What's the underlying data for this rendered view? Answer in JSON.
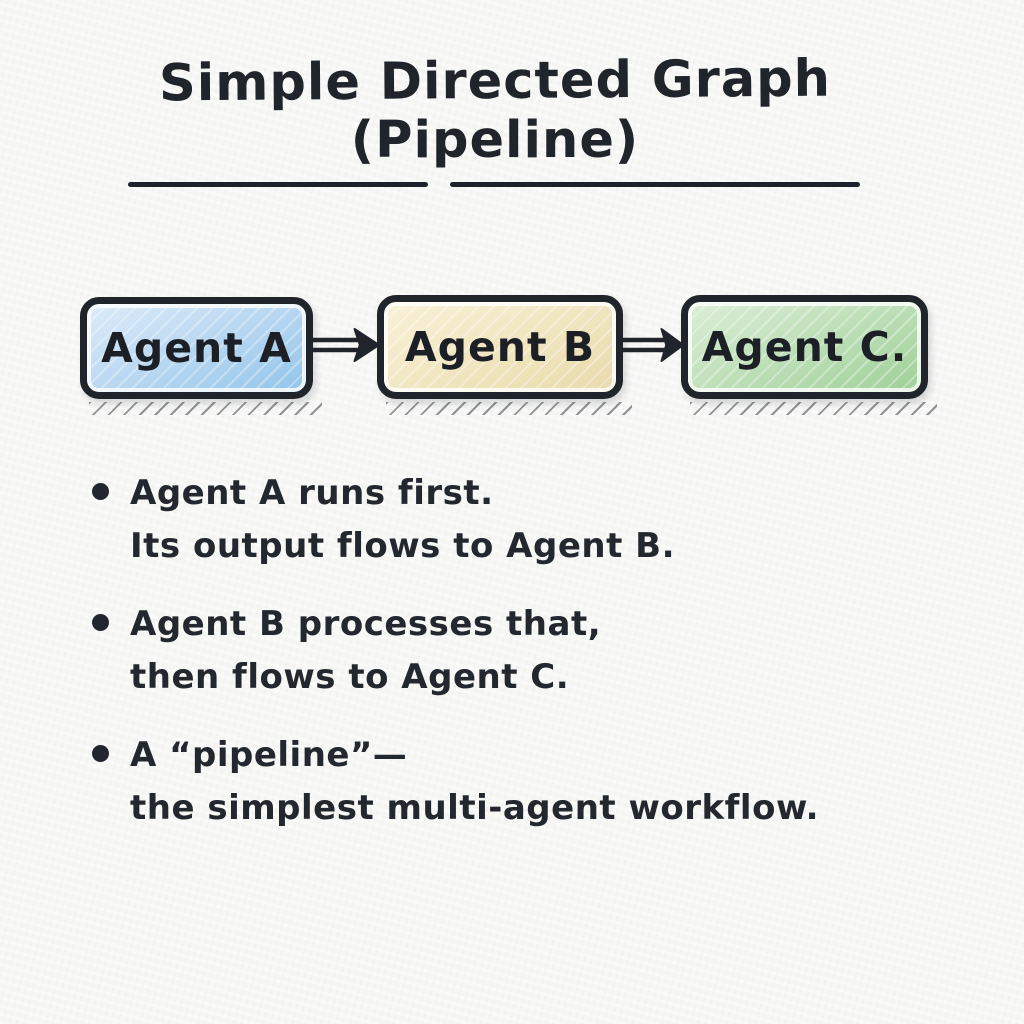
{
  "title": {
    "line1": "Simple Directed Graph",
    "line2": "(Pipeline)"
  },
  "chart_data": {
    "type": "directed-graph",
    "layout": "horizontal-pipeline",
    "nodes": [
      {
        "label": "Agent A",
        "color": "#a9d0ee"
      },
      {
        "label": "Agent B",
        "color": "#efe3b8"
      },
      {
        "label": "Agent C.",
        "color": "#aed6a6"
      }
    ],
    "edges": [
      {
        "from": "Agent A",
        "to": "Agent B"
      },
      {
        "from": "Agent B",
        "to": "Agent C."
      }
    ]
  },
  "diagram": {
    "nodes": [
      {
        "label": "Agent A"
      },
      {
        "label": "Agent B"
      },
      {
        "label": "Agent C."
      }
    ],
    "edge_icon": "double-line-right-arrow"
  },
  "bullets": [
    {
      "line1": "Agent A runs first.",
      "line2": "Its output flows to Agent B."
    },
    {
      "line1": "Agent B processes that,",
      "line2": "then flows to Agent C."
    },
    {
      "line1": "A “pipeline”—",
      "line2": "the simplest multi-agent workflow."
    }
  ],
  "colors": {
    "ink": "#20242b",
    "paper": "#f6f6f4",
    "node_a_top": "#ddecf9",
    "node_a_bottom": "#92c5ea",
    "node_b_top": "#f9f1d9",
    "node_b_bottom": "#e8daab",
    "node_c_top": "#dceed7",
    "node_c_bottom": "#9fd098"
  }
}
